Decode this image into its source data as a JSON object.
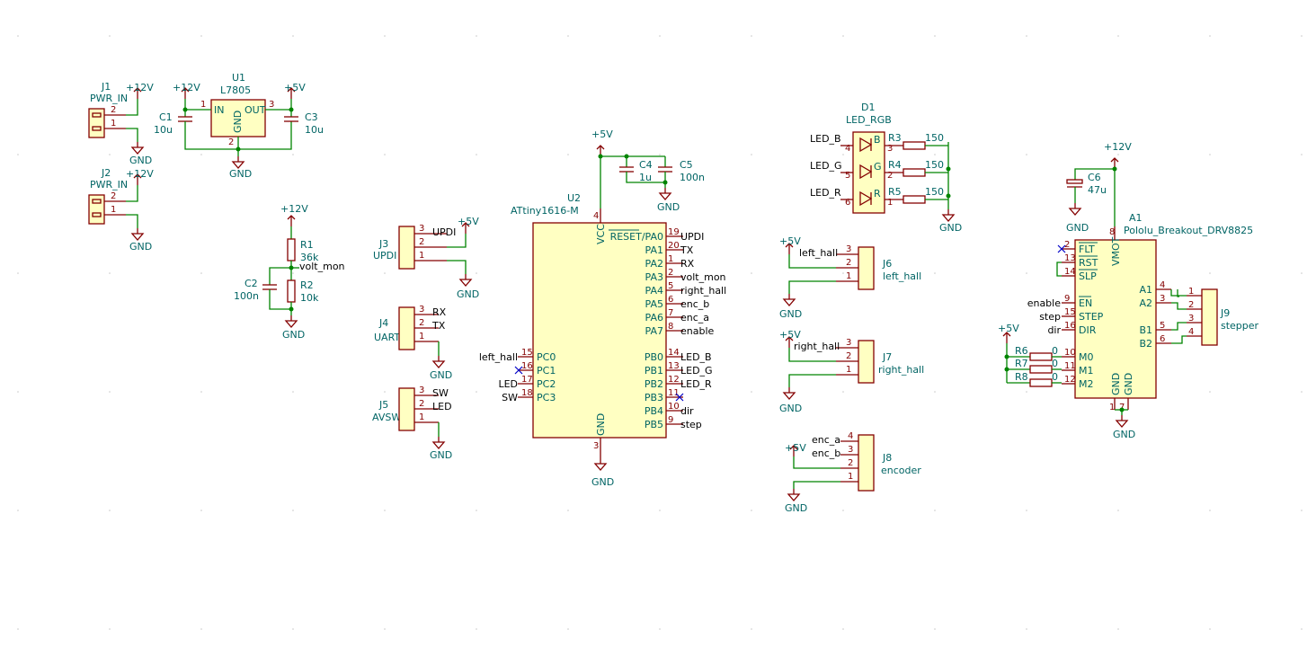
{
  "power": {
    "p12": "+12V",
    "p5": "+5V",
    "gnd": "GND"
  },
  "j1": {
    "ref": "J1",
    "value": "PWR_IN",
    "pins": [
      "2",
      "1"
    ]
  },
  "j2": {
    "ref": "J2",
    "value": "PWR_IN",
    "pins": [
      "2",
      "1"
    ]
  },
  "u1": {
    "ref": "U1",
    "value": "L7805",
    "in": "IN",
    "out": "OUT",
    "gnd": "GND",
    "pin_in": "1",
    "pin_out": "3",
    "pin_gnd": "2"
  },
  "c1": {
    "ref": "C1",
    "value": "10u"
  },
  "c3": {
    "ref": "C3",
    "value": "10u"
  },
  "r1": {
    "ref": "R1",
    "value": "36k"
  },
  "r2": {
    "ref": "R2",
    "value": "10k"
  },
  "c2": {
    "ref": "C2",
    "value": "100n"
  },
  "c4": {
    "ref": "C4",
    "value": "1u"
  },
  "c5": {
    "ref": "C5",
    "value": "100n"
  },
  "c6": {
    "ref": "C6",
    "value": "47u"
  },
  "j3": {
    "ref": "J3",
    "value": "UPDI",
    "pins": [
      "3",
      "2",
      "1"
    ],
    "nets": [
      "UPDI"
    ]
  },
  "j4": {
    "ref": "J4",
    "value": "UART",
    "pins": [
      "3",
      "2",
      "1"
    ],
    "nets": [
      "RX",
      "TX"
    ]
  },
  "j5": {
    "ref": "J5",
    "value": "AVSW",
    "pins": [
      "3",
      "2",
      "1"
    ],
    "nets": [
      "SW",
      "LED"
    ]
  },
  "u2": {
    "ref": "U2",
    "value": "ATtiny1616-M",
    "vcc": "VCC",
    "gnd": "GND",
    "vcc_pin": "4",
    "gnd_pin": "3",
    "right_pins": [
      {
        "num": "19",
        "name": "RESET/PA0",
        "net": "UPDI"
      },
      {
        "num": "20",
        "name": "PA1",
        "net": "TX"
      },
      {
        "num": "1",
        "name": "PA2",
        "net": "RX"
      },
      {
        "num": "2",
        "name": "PA3",
        "net": "volt_mon"
      },
      {
        "num": "5",
        "name": "PA4",
        "net": "right_hall"
      },
      {
        "num": "6",
        "name": "PA5",
        "net": "enc_b"
      },
      {
        "num": "7",
        "name": "PA6",
        "net": "enc_a"
      },
      {
        "num": "8",
        "name": "PA7",
        "net": "enable"
      },
      {
        "num": "14",
        "name": "PB0",
        "net": "LED_B"
      },
      {
        "num": "13",
        "name": "PB1",
        "net": "LED_G"
      },
      {
        "num": "12",
        "name": "PB2",
        "net": "LED_R"
      },
      {
        "num": "11",
        "name": "PB3",
        "net": ""
      },
      {
        "num": "10",
        "name": "PB4",
        "net": "dir"
      },
      {
        "num": "9",
        "name": "PB5",
        "net": "step"
      }
    ],
    "left_pins": [
      {
        "num": "15",
        "name": "PC0",
        "net": "left_hall"
      },
      {
        "num": "16",
        "name": "PC1",
        "net": ""
      },
      {
        "num": "17",
        "name": "PC2",
        "net": "LED"
      },
      {
        "num": "18",
        "name": "PC3",
        "net": "SW"
      }
    ]
  },
  "d1": {
    "ref": "D1",
    "value": "LED_RGB",
    "letters": [
      "B",
      "G",
      "R"
    ],
    "pins_left": [
      "4",
      "5",
      "6"
    ],
    "pins_right": [
      "3",
      "2",
      "1"
    ],
    "nets": [
      "LED_B",
      "LED_G",
      "LED_R"
    ]
  },
  "rleds": [
    {
      "ref": "R3",
      "value": "150"
    },
    {
      "ref": "R4",
      "value": "150"
    },
    {
      "ref": "R5",
      "value": "150"
    }
  ],
  "j6": {
    "ref": "J6",
    "value": "left_hall",
    "pins": [
      "3",
      "2",
      "1"
    ],
    "net": "left_hall"
  },
  "j7": {
    "ref": "J7",
    "value": "right_hall",
    "pins": [
      "3",
      "2",
      "1"
    ],
    "net": "right_hall"
  },
  "j8": {
    "ref": "J8",
    "value": "encoder",
    "pins": [
      "4",
      "3",
      "2",
      "1"
    ],
    "nets": [
      "enc_a",
      "enc_b"
    ]
  },
  "a1": {
    "ref": "A1",
    "value": "Pololu_Breakout_DRV8825",
    "vmot": "VMOT",
    "vmot_pin": "8",
    "left_pins": [
      {
        "num": "2",
        "name": "FLT",
        "net": ""
      },
      {
        "num": "13",
        "name": "RST",
        "net": ""
      },
      {
        "num": "14",
        "name": "SLP",
        "net": ""
      },
      {
        "num": "9",
        "name": "EN",
        "net": "enable"
      },
      {
        "num": "15",
        "name": "STEP",
        "net": "step"
      },
      {
        "num": "16",
        "name": "DIR",
        "net": "dir"
      },
      {
        "num": "10",
        "name": "M0",
        "net": ""
      },
      {
        "num": "11",
        "name": "M1",
        "net": ""
      },
      {
        "num": "12",
        "name": "M2",
        "net": ""
      }
    ],
    "right_pins": [
      {
        "num": "4",
        "name": "A1"
      },
      {
        "num": "3",
        "name": "A2"
      },
      {
        "num": "5",
        "name": "B1"
      },
      {
        "num": "6",
        "name": "B2"
      }
    ],
    "gnd_labels": [
      "GND",
      "GND"
    ],
    "gnd_pins": [
      "1",
      "7"
    ]
  },
  "rmodes": [
    {
      "ref": "R6",
      "value": "0"
    },
    {
      "ref": "R7",
      "value": "0"
    },
    {
      "ref": "R8",
      "value": "0"
    }
  ],
  "j9": {
    "ref": "J9",
    "value": "stepper",
    "pins": [
      "1",
      "2",
      "3",
      "4"
    ]
  },
  "net_volt_mon": "volt_mon"
}
